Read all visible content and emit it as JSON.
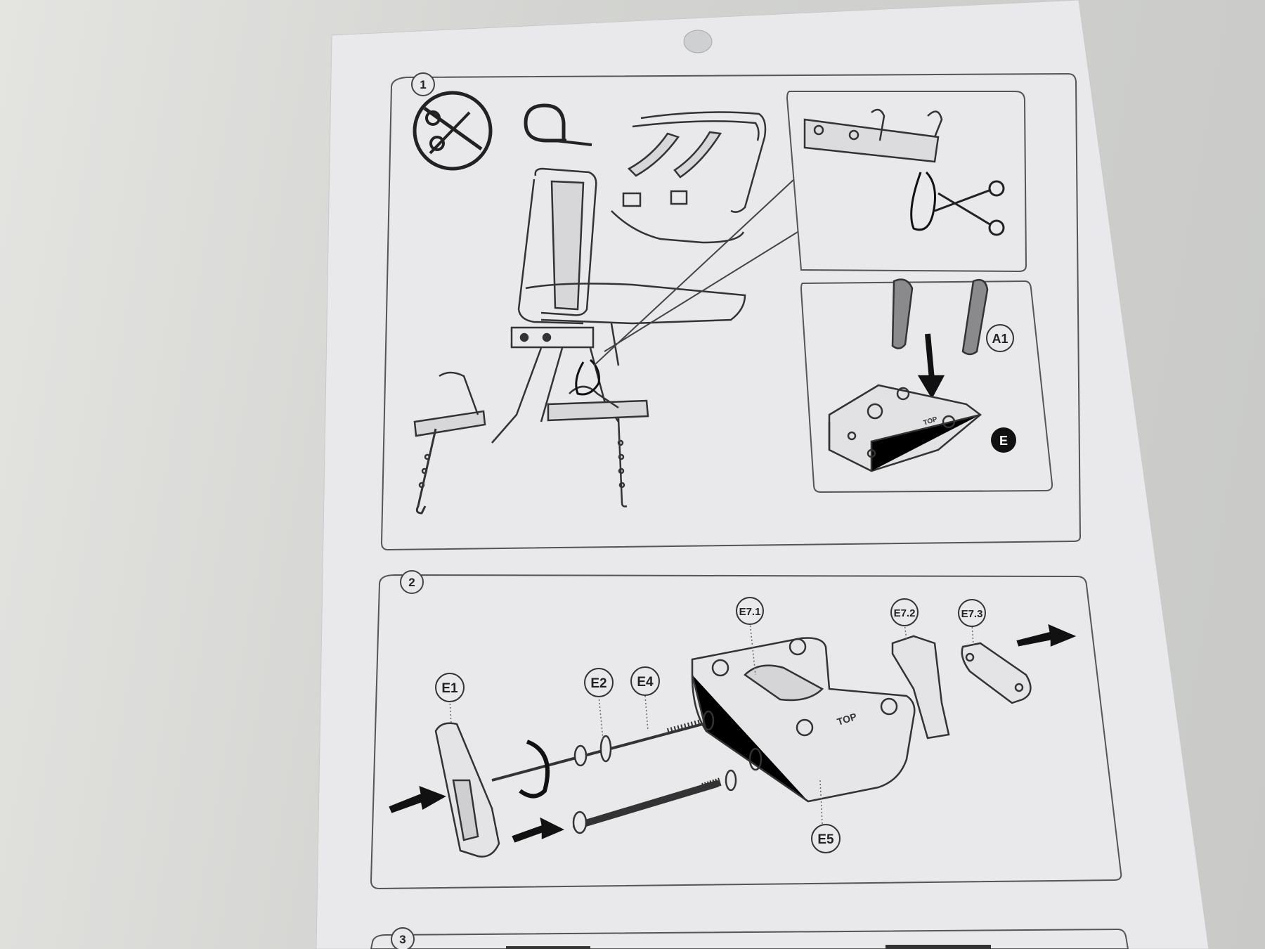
{
  "manual": {
    "steps": [
      {
        "number": "1"
      },
      {
        "number": "2"
      },
      {
        "number": "3"
      }
    ],
    "step1": {
      "callouts": {
        "a1": "A1",
        "e": "E"
      },
      "top_mark": "TOP"
    },
    "step2": {
      "callouts": {
        "e1": "E1",
        "e2": "E2",
        "e4": "E4",
        "e5": "E5",
        "e7_1": "E7.1",
        "e7_2": "E7.2",
        "e7_3": "E7.3"
      },
      "top_mark": "TOP"
    },
    "icons": [
      "scissors-icon",
      "cable-tie-icon",
      "hole-punch"
    ]
  }
}
